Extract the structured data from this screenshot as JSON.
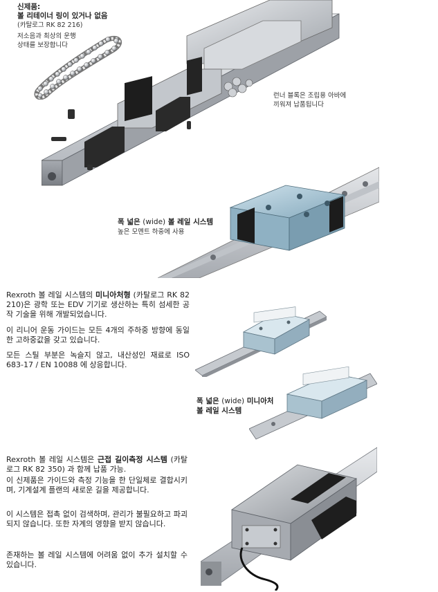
{
  "section1": {
    "title": "신제품:",
    "subtitle": "볼 리테이너 링이 있거나 없음",
    "catalog": "(카탈로그 RK 82 216)",
    "desc_line1": "저소음과 최상의 운행",
    "desc_line2": "상태를 보장합니다",
    "runner_line1": "런너 블록은 조립용 아바에",
    "runner_line2": "끼워져 납품됩니다"
  },
  "section2": {
    "title_prefix": "폭 넓은 ",
    "title_wide": "(wide)",
    "title_suffix": " 볼 레일 시스템",
    "desc": "높은 모멘트 하중에 사용"
  },
  "section3": {
    "para1": {
      "brand": "Rexroth",
      "text_a": " 볼 레일 시스템의 ",
      "bold": "미니아처형",
      "text_b": " (카탈로그 RK 82 210)은 광학 또는 EDV 기기로 생산하는 특히 섬세한 공작 기술을 위해 개발되었습니다."
    },
    "para2": "이 리니어 운동 가이드는 모든 4개의 주하중 방향에 동일한 고하중값을 갖고 있습니다.",
    "para3": "모든 스틸 부분은 녹슬지 않고, 내산성인 재료로 ISO 683-17 / EN 10088 에 상응합니다.",
    "caption_line1_prefix": "폭 넓은 ",
    "caption_line1_wide": "(wide)",
    "caption_line1_suffix": " 미니아처",
    "caption_line2": "볼 레일 시스템"
  },
  "section4": {
    "para1": {
      "brand": "Rexroth",
      "text_a": " 볼 레일 시스템은 ",
      "bold": "근접 길이측정 시스템",
      "text_b": " (카탈로그 RK 82 350) 과 함께 납품 가능."
    },
    "para2": "이 신제품은 가이드와 측정 기능을 한 단일체로 결합시키며, 기계설계 플랜의 새로운 길을 제공합니다.",
    "para3": "이 시스템은 접촉 없이 검색하며, 관리가 불필요하고 파괴되지 않습니다. 또한 자계의 영향을 받지 않습니다.",
    "para4": "존재하는 볼 레일 시스템에 어려움 없이 추가 설치할 수 있습니다."
  },
  "colors": {
    "steel": "#c9ccd1",
    "blue_block": "#a9c6d6",
    "black_part": "#1b1b1b"
  }
}
